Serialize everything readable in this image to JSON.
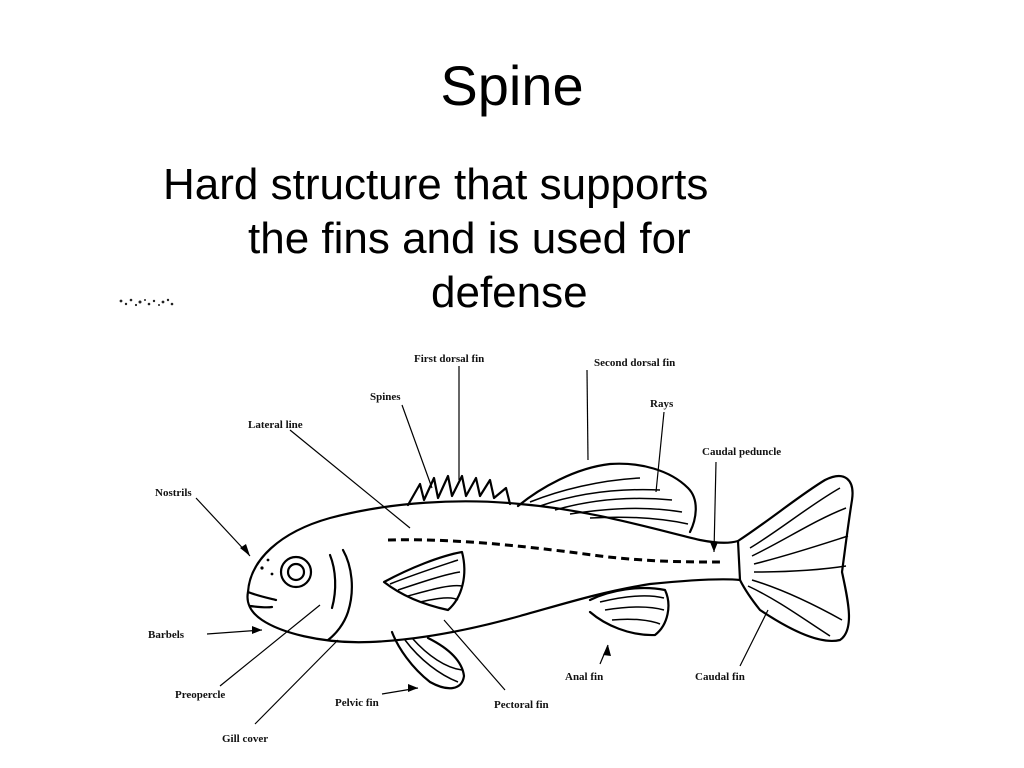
{
  "slide": {
    "title": "Spine",
    "bullet_lines": [
      "Hard structure that supports",
      "the fins and is used for",
      "defense"
    ]
  },
  "diagram": {
    "labels": {
      "first_dorsal_fin": "First dorsal fin",
      "second_dorsal_fin": "Second dorsal fin",
      "spines": "Spines",
      "rays": "Rays",
      "lateral_line": "Lateral line",
      "caudal_peduncle": "Caudal peduncle",
      "nostrils": "Nostrils",
      "barbels": "Barbels",
      "preopercle": "Preopercle",
      "gill_cover": "Gill cover",
      "pelvic_fin": "Pelvic fin",
      "pectoral_fin": "Pectoral fin",
      "anal_fin": "Anal fin",
      "caudal_fin": "Caudal fin"
    }
  },
  "colors": {
    "ink": "#000000",
    "background": "#ffffff"
  }
}
